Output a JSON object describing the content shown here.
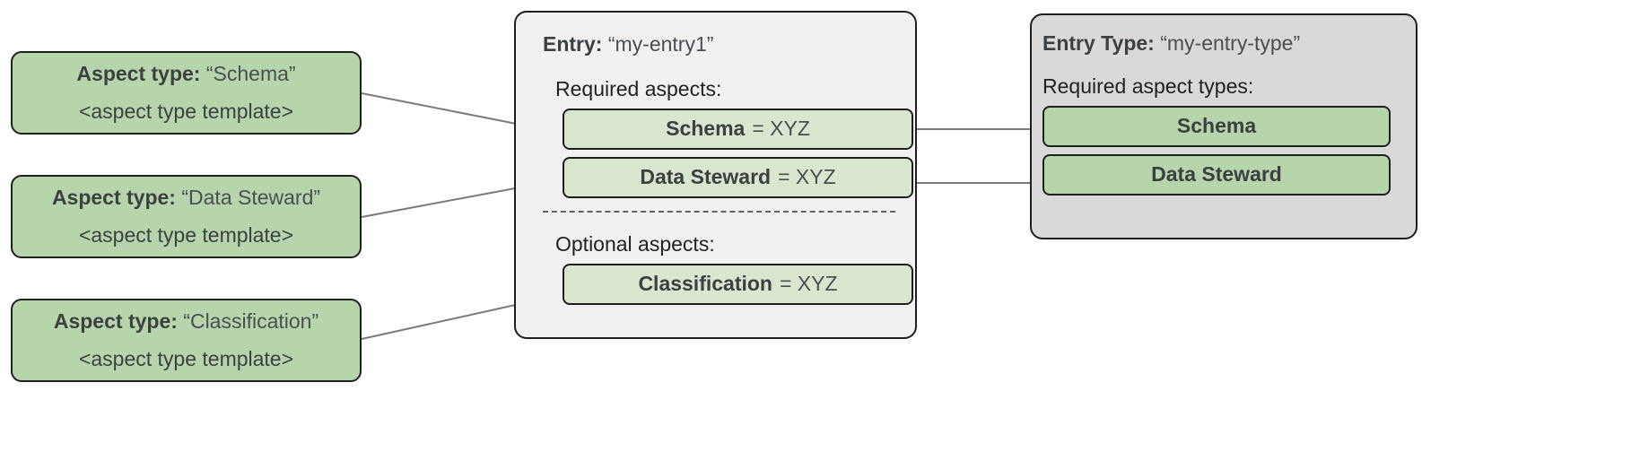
{
  "diagram": {
    "title_colors": {
      "aspect_card_fill": "#b7d5ab",
      "aspect_chip_fill": "#d8e7cd",
      "entry_panel_fill": "#f1f1f1",
      "entry_type_panel_fill": "#d9d9d9",
      "border": "#1f1f1f",
      "connector": "#7a7a7a"
    }
  },
  "aspect_types": [
    {
      "label": "Aspect type:",
      "name": "“Schema”",
      "template": "<aspect type template>"
    },
    {
      "label": "Aspect type:",
      "name": "“Data Steward”",
      "template": "<aspect type template>"
    },
    {
      "label": "Aspect type:",
      "name": "“Classification”",
      "template": "<aspect type template>"
    }
  ],
  "entry": {
    "label": "Entry:",
    "name": "“my-entry1”",
    "required_section_label": "Required aspects:",
    "optional_section_label": "Optional aspects:",
    "required_aspects": [
      {
        "name": "Schema",
        "value": "= XYZ"
      },
      {
        "name": "Data Steward",
        "value": "= XYZ"
      }
    ],
    "optional_aspects": [
      {
        "name": "Classification",
        "value": "= XYZ"
      }
    ]
  },
  "entry_type": {
    "label": "Entry Type:",
    "name": "“my-entry-type”",
    "required_section_label": "Required aspect types:",
    "required_aspect_types": [
      {
        "name": "Schema"
      },
      {
        "name": "Data Steward"
      }
    ]
  }
}
